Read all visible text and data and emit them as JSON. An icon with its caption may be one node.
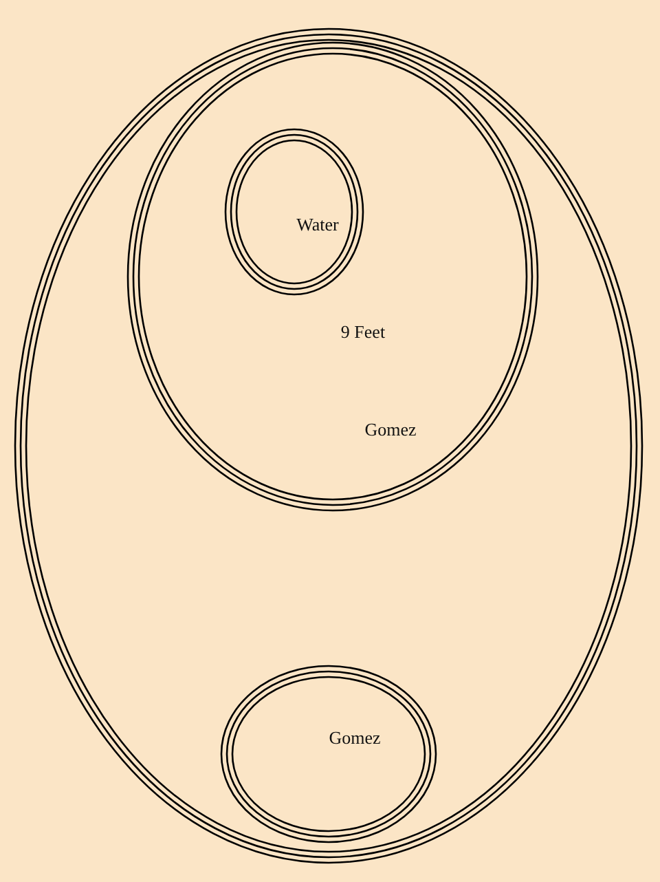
{
  "diagram": {
    "nodes": [
      {
        "text": [],
        "shape": "ellipse"
      },
      {
        "text": [
          "9 Feet",
          "Gomez"
        ],
        "in": 0
      },
      {
        "text": [
          "Water"
        ],
        "in": 1
      },
      {
        "text": [
          "Gomez"
        ],
        "in": 0
      }
    ]
  }
}
